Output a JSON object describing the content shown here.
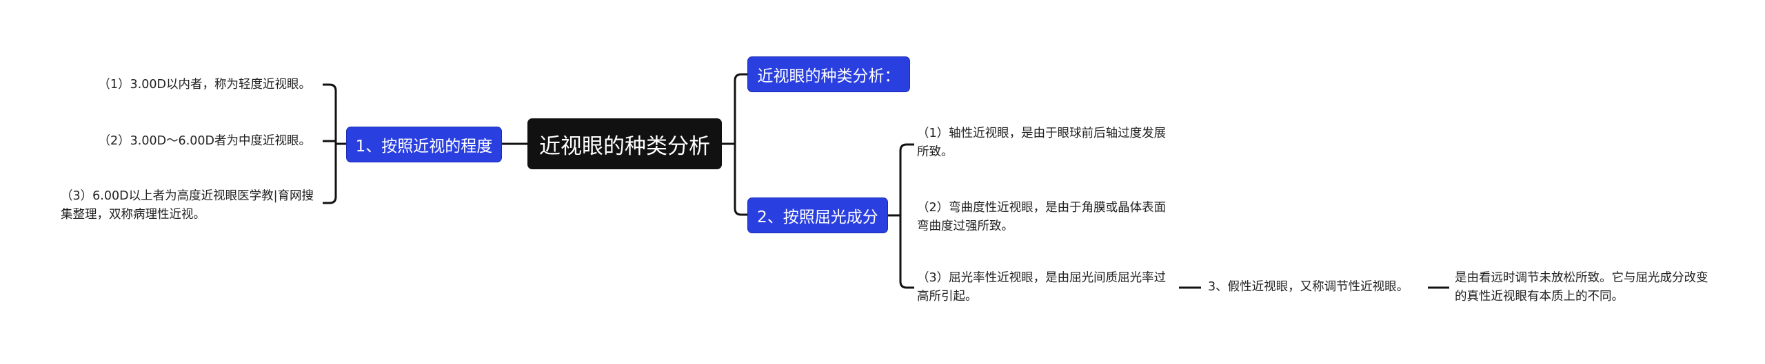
{
  "root": {
    "label": "近视眼的种类分析"
  },
  "left_branch": {
    "label": "1、按照近视的程度",
    "children": [
      "（1）3.00D以内者，称为轻度近视眼。",
      "（2）3.00D～6.00D者为中度近视眼。",
      "（3）6.00D以上者为高度近视眼医学教|育网搜集整理，双称病理性近视。"
    ]
  },
  "right_branches": [
    {
      "label": "近视眼的种类分析："
    },
    {
      "label": "2、按照屈光成分",
      "children": [
        "（1）轴性近视眼，是由于眼球前后轴过度发展所致。",
        "（2）弯曲度性近视眼，是由于角膜或晶体表面弯曲度过强所致。",
        "（3）屈光率性近视眼，是由屈光间质屈光率过高所引起。"
      ]
    }
  ],
  "chain": [
    "3、假性近视眼，又称调节性近视眼。",
    "是由看远时调节未放松所致。它与屈光成分改变的真性近视眼有本质上的不同。"
  ],
  "colors": {
    "root": "#111111",
    "branch": "#2a3fe0",
    "line": "#111111",
    "text": "#222222"
  }
}
